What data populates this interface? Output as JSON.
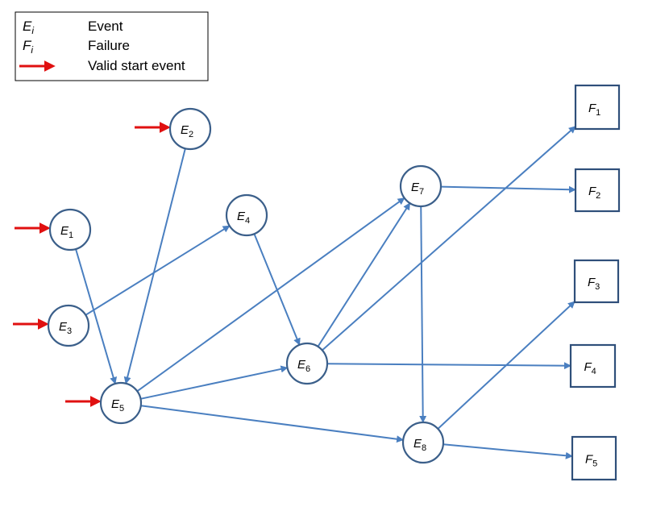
{
  "legend": {
    "rows": [
      {
        "symbol": "E",
        "subscript": "i",
        "label": "Event"
      },
      {
        "symbol": "F",
        "subscript": "i",
        "label": "Failure"
      },
      {
        "symbol": "",
        "subscript": "",
        "label": "Valid start event"
      }
    ]
  },
  "colors": {
    "edge": "#4a7fc0",
    "start_arrow": "#e01010",
    "node_stroke": "#3b5f8a"
  },
  "events": [
    {
      "id": "E1",
      "letter": "E",
      "sub": "1",
      "start": true
    },
    {
      "id": "E2",
      "letter": "E",
      "sub": "2",
      "start": true
    },
    {
      "id": "E3",
      "letter": "E",
      "sub": "3",
      "start": true
    },
    {
      "id": "E4",
      "letter": "E",
      "sub": "4",
      "start": false
    },
    {
      "id": "E5",
      "letter": "E",
      "sub": "5",
      "start": true
    },
    {
      "id": "E6",
      "letter": "E",
      "sub": "6",
      "start": false
    },
    {
      "id": "E7",
      "letter": "E",
      "sub": "7",
      "start": false
    },
    {
      "id": "E8",
      "letter": "E",
      "sub": "8",
      "start": false
    }
  ],
  "failures": [
    {
      "id": "F1",
      "letter": "F",
      "sub": "1"
    },
    {
      "id": "F2",
      "letter": "F",
      "sub": "2"
    },
    {
      "id": "F3",
      "letter": "F",
      "sub": "3"
    },
    {
      "id": "F4",
      "letter": "F",
      "sub": "4"
    },
    {
      "id": "F5",
      "letter": "F",
      "sub": "5"
    }
  ],
  "edges": [
    {
      "from": "E1",
      "to": "E5"
    },
    {
      "from": "E2",
      "to": "E5"
    },
    {
      "from": "E3",
      "to": "E4"
    },
    {
      "from": "E4",
      "to": "E6"
    },
    {
      "from": "E5",
      "to": "E7"
    },
    {
      "from": "E5",
      "to": "E6"
    },
    {
      "from": "E5",
      "to": "E8"
    },
    {
      "from": "E6",
      "to": "E7"
    },
    {
      "from": "E6",
      "to": "F1"
    },
    {
      "from": "E6",
      "to": "F4"
    },
    {
      "from": "E7",
      "to": "F2"
    },
    {
      "from": "E7",
      "to": "E8"
    },
    {
      "from": "E8",
      "to": "F3"
    },
    {
      "from": "E8",
      "to": "F5"
    }
  ]
}
